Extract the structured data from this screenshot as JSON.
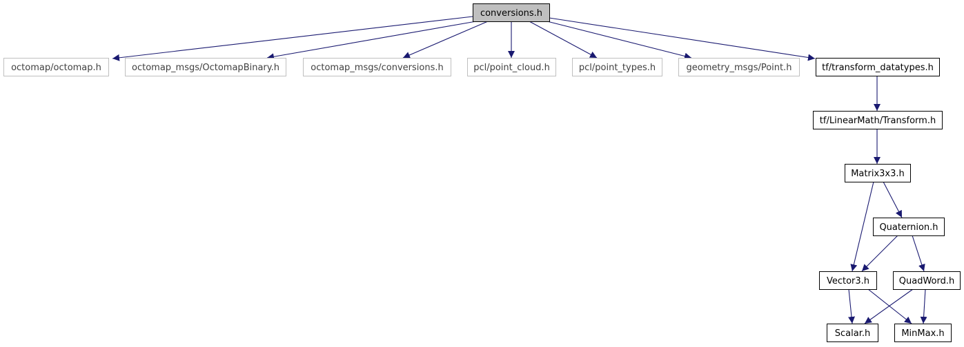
{
  "graph": {
    "colors": {
      "edge": "#191970",
      "root_fill": "#bfbfbf",
      "node_border": "#000000",
      "external_border": "#bfbfbf",
      "text": "#000000",
      "external_text": "#404040"
    },
    "nodes": [
      {
        "id": "conversions_h",
        "label": "conversions.h",
        "kind": "root"
      },
      {
        "id": "octomap_h",
        "label": "octomap/octomap.h",
        "kind": "external"
      },
      {
        "id": "octomap_binary_h",
        "label": "octomap_msgs/OctomapBinary.h",
        "kind": "external"
      },
      {
        "id": "octomap_msgs_conversions_h",
        "label": "octomap_msgs/conversions.h",
        "kind": "external"
      },
      {
        "id": "pcl_point_cloud_h",
        "label": "pcl/point_cloud.h",
        "kind": "external"
      },
      {
        "id": "pcl_point_types_h",
        "label": "pcl/point_types.h",
        "kind": "external"
      },
      {
        "id": "geometry_msgs_point_h",
        "label": "geometry_msgs/Point.h",
        "kind": "external"
      },
      {
        "id": "tf_transform_datatypes_h",
        "label": "tf/transform_datatypes.h",
        "kind": "internal"
      },
      {
        "id": "tf_linearmath_transform_h",
        "label": "tf/LinearMath/Transform.h",
        "kind": "internal"
      },
      {
        "id": "matrix3x3_h",
        "label": "Matrix3x3.h",
        "kind": "internal"
      },
      {
        "id": "quaternion_h",
        "label": "Quaternion.h",
        "kind": "internal"
      },
      {
        "id": "vector3_h",
        "label": "Vector3.h",
        "kind": "internal"
      },
      {
        "id": "quadword_h",
        "label": "QuadWord.h",
        "kind": "internal"
      },
      {
        "id": "scalar_h",
        "label": "Scalar.h",
        "kind": "internal"
      },
      {
        "id": "minmax_h",
        "label": "MinMax.h",
        "kind": "internal"
      }
    ],
    "edges": [
      {
        "from": "conversions_h",
        "to": "octomap_h"
      },
      {
        "from": "conversions_h",
        "to": "octomap_binary_h"
      },
      {
        "from": "conversions_h",
        "to": "octomap_msgs_conversions_h"
      },
      {
        "from": "conversions_h",
        "to": "pcl_point_cloud_h"
      },
      {
        "from": "conversions_h",
        "to": "pcl_point_types_h"
      },
      {
        "from": "conversions_h",
        "to": "geometry_msgs_point_h"
      },
      {
        "from": "conversions_h",
        "to": "tf_transform_datatypes_h"
      },
      {
        "from": "tf_transform_datatypes_h",
        "to": "tf_linearmath_transform_h"
      },
      {
        "from": "tf_linearmath_transform_h",
        "to": "matrix3x3_h"
      },
      {
        "from": "matrix3x3_h",
        "to": "vector3_h"
      },
      {
        "from": "matrix3x3_h",
        "to": "quaternion_h"
      },
      {
        "from": "quaternion_h",
        "to": "vector3_h"
      },
      {
        "from": "quaternion_h",
        "to": "quadword_h"
      },
      {
        "from": "vector3_h",
        "to": "scalar_h"
      },
      {
        "from": "vector3_h",
        "to": "minmax_h"
      },
      {
        "from": "quadword_h",
        "to": "scalar_h"
      },
      {
        "from": "quadword_h",
        "to": "minmax_h"
      }
    ]
  }
}
